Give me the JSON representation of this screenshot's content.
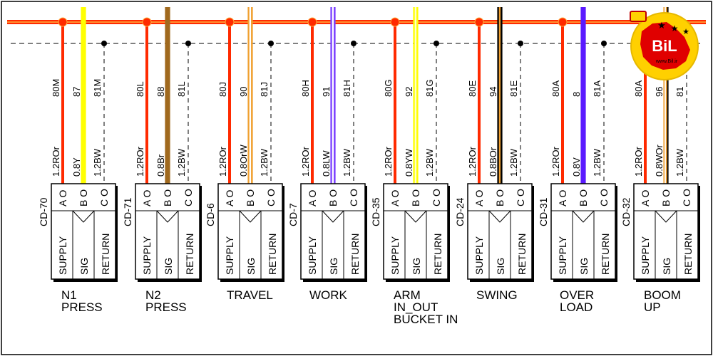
{
  "logo": {
    "text": "BiL",
    "subtext": "www.Bil.ir"
  },
  "colors": {
    "supply_line": "#ff2a00",
    "supply_line_core": "#ffb040",
    "wire_red": "#ff2a00",
    "wire_black": "#000000",
    "logo_yellow": "#ffd000",
    "logo_red": "#e00000"
  },
  "pin_labels": {
    "a": "A O",
    "b": "B O",
    "c": "C O"
  },
  "section_labels": {
    "supply": "SUPPLY",
    "sig": "SIG",
    "return": "RETURN"
  },
  "sensors": [
    {
      "id": "CD-70",
      "supply_no": "80M",
      "sig_no": "87",
      "ret_no": "81M",
      "supply_spec": "1.2ROr",
      "sig_spec": "0.8Y",
      "ret_spec": "1.2BW",
      "sig_colors": [
        "#ffff00"
      ],
      "caption": [
        "N1",
        "PRESS"
      ]
    },
    {
      "id": "CD-71",
      "supply_no": "80L",
      "sig_no": "88",
      "ret_no": "81L",
      "supply_spec": "1.2ROr",
      "sig_spec": "0.8Br",
      "ret_spec": "1.2BW",
      "sig_colors": [
        "#a0691e"
      ],
      "caption": [
        "N2",
        "PRESS"
      ]
    },
    {
      "id": "CD-6",
      "supply_no": "80J",
      "sig_no": "90",
      "ret_no": "81J",
      "supply_spec": "1.2ROr",
      "sig_spec": "0.8OrW",
      "ret_spec": "1.2BW",
      "sig_colors": [
        "#f0a030",
        "#ffffff",
        "#f0a030"
      ],
      "caption": [
        "TRAVEL"
      ]
    },
    {
      "id": "CD-7",
      "supply_no": "80H",
      "sig_no": "91",
      "ret_no": "81H",
      "supply_spec": "1.2ROr",
      "sig_spec": "0.8LW",
      "ret_spec": "1.2BW",
      "sig_colors": [
        "#7a40ff",
        "#ffffff",
        "#7a40ff"
      ],
      "caption": [
        "WORK"
      ]
    },
    {
      "id": "CD-35",
      "supply_no": "80G",
      "sig_no": "92",
      "ret_no": "81G",
      "supply_spec": "1.2ROr",
      "sig_spec": "0.8YW",
      "ret_spec": "1.2BW",
      "sig_colors": [
        "#ffff00",
        "#ffffcc",
        "#ffff00"
      ],
      "caption": [
        "ARM",
        "IN_OUT",
        "BUCKET IN"
      ]
    },
    {
      "id": "CD-24",
      "supply_no": "80E",
      "sig_no": "94",
      "ret_no": "81E",
      "supply_spec": "1.2ROr",
      "sig_spec": "0.8BOr",
      "ret_spec": "1.2BW",
      "sig_colors": [
        "#000000",
        "#f0a030",
        "#000000"
      ],
      "caption": [
        "SWING"
      ]
    },
    {
      "id": "CD-31",
      "supply_no": "80A",
      "sig_no": "8",
      "ret_no": "81A",
      "supply_spec": "1.2ROr",
      "sig_spec": "0.8V",
      "ret_spec": "1.2BW",
      "sig_colors": [
        "#5a1aff"
      ],
      "caption": [
        "OVER",
        "LOAD"
      ]
    },
    {
      "id": "CD-32",
      "supply_no": "80A",
      "sig_no": "96",
      "ret_no": "81",
      "supply_spec": "1.2ROr",
      "sig_spec": "0.8WOr",
      "ret_spec": "1.2BW",
      "sig_colors": [
        "#f0a030",
        "#ffffff",
        "#f0a030",
        "#000000"
      ],
      "caption": [
        "BOOM",
        "UP"
      ]
    }
  ]
}
